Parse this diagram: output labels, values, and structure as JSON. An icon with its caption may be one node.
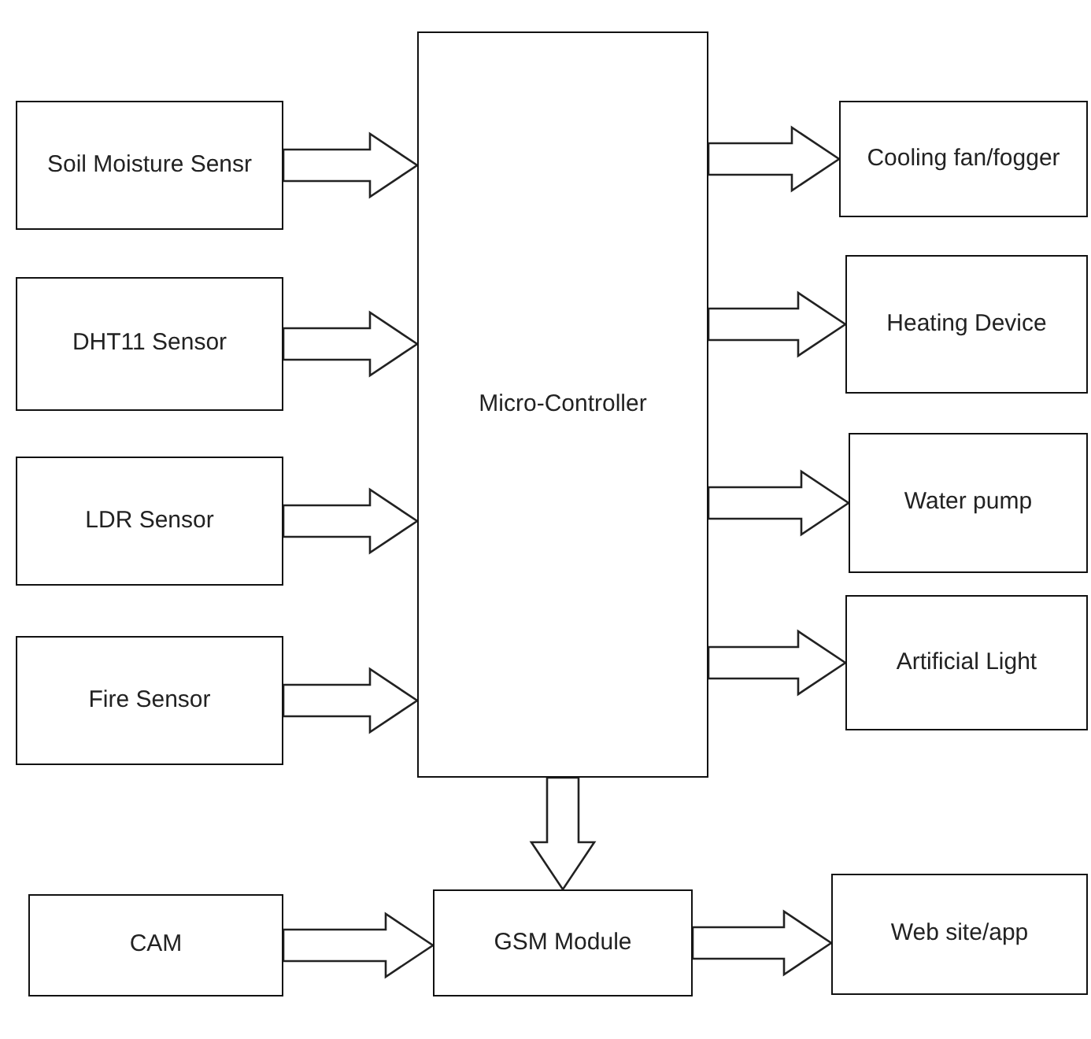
{
  "diagram": {
    "nodes": [
      {
        "text": [
          "Soil Moisture Sensr"
        ]
      },
      {
        "text": [
          "DHT11 Sensor"
        ]
      },
      {
        "text": [
          "LDR Sensor"
        ]
      },
      {
        "text": [
          "Fire Sensor"
        ]
      },
      {
        "text": [
          "Micro-Controller"
        ]
      },
      {
        "text": [
          "Cooling fan/fogger"
        ]
      },
      {
        "text": [
          "Heating Device"
        ]
      },
      {
        "text": [
          "Water pump"
        ]
      },
      {
        "text": [
          "Artificial Light"
        ]
      },
      {
        "text": [
          "CAM"
        ]
      },
      {
        "text": [
          "GSM Module"
        ]
      },
      {
        "text": [
          "Web site/app"
        ]
      }
    ],
    "edges": [
      {
        "from": 0,
        "to": 4,
        "arrow": "to"
      },
      {
        "from": 1,
        "to": 4,
        "arrow": "to"
      },
      {
        "from": 2,
        "to": 4,
        "arrow": "to"
      },
      {
        "from": 3,
        "to": 4,
        "arrow": "to"
      },
      {
        "from": 4,
        "to": 5,
        "arrow": "to"
      },
      {
        "from": 4,
        "to": 6,
        "arrow": "to"
      },
      {
        "from": 4,
        "to": 7,
        "arrow": "to"
      },
      {
        "from": 4,
        "to": 8,
        "arrow": "to"
      },
      {
        "from": 4,
        "to": 10,
        "arrow": "to"
      },
      {
        "from": 9,
        "to": 10,
        "arrow": "to"
      },
      {
        "from": 10,
        "to": 11,
        "arrow": "to"
      }
    ]
  }
}
